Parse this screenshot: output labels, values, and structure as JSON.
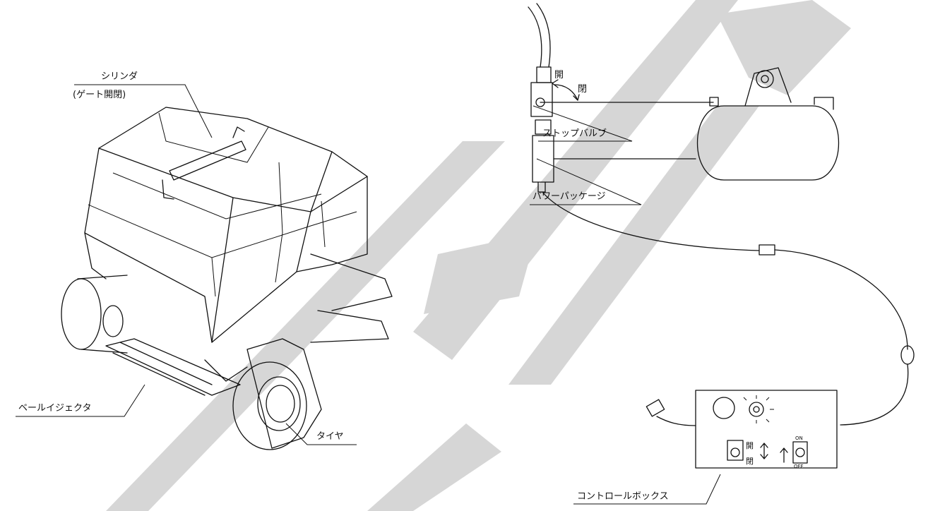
{
  "labels": {
    "cylinder": "シリンダ",
    "cylinder_note": "(ゲート開閉)",
    "bale_ejector": "ベールイジェクタ",
    "tire": "タイヤ",
    "stop_valve": "ストップバルブ",
    "power_package": "パワーパッケージ",
    "control_box": "コントロールボックス",
    "valve_open": "開",
    "valve_close": "閉",
    "switch_open": "開",
    "switch_close": "閉",
    "power_on": "ON",
    "power_off": "OFF"
  }
}
